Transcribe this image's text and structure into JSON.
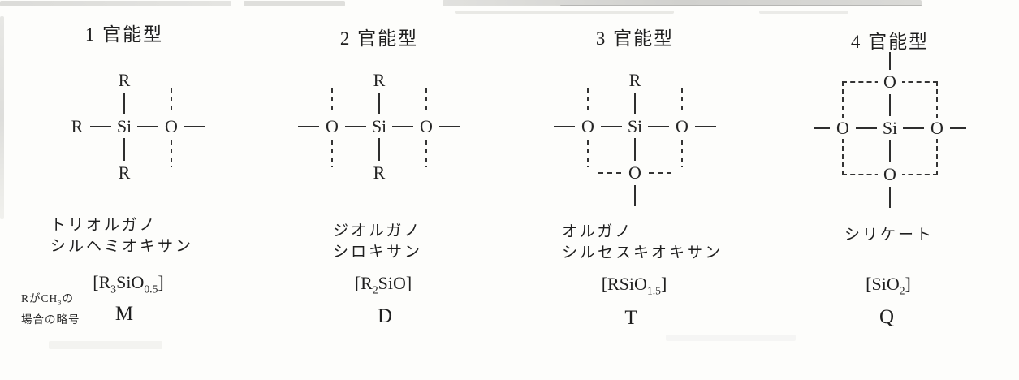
{
  "ink_color": "#2e2e2e",
  "columns": [
    {
      "header": "1 官能型",
      "structure": {
        "center": "Si",
        "top": "R",
        "left": "R",
        "right": "O",
        "bottom": "R"
      },
      "name_lines": [
        "トリオルガノ",
        "シルヘミオキサン"
      ],
      "formula": [
        "[R",
        {
          "sub": "3"
        },
        "SiO",
        {
          "sub": "0.5"
        },
        "]"
      ],
      "symbol": "M"
    },
    {
      "header": "2 官能型",
      "structure": {
        "center": "Si",
        "top": "R",
        "left": "O",
        "right": "O",
        "bottom": "R"
      },
      "name_lines": [
        "ジオルガノ",
        "シロキサン"
      ],
      "formula": [
        "[R",
        {
          "sub": "2"
        },
        "SiO]"
      ],
      "symbol": "D"
    },
    {
      "header": "3 官能型",
      "structure": {
        "center": "Si",
        "top": "R",
        "left": "O",
        "right": "O",
        "bottom": "O"
      },
      "name_lines": [
        "オルガノ",
        "シルセスキオキサン"
      ],
      "formula": [
        "[RSiO",
        {
          "sub": "1.5"
        },
        "]"
      ],
      "symbol": "T"
    },
    {
      "header": "4 官能型",
      "structure": {
        "center": "Si",
        "top": "O",
        "left": "O",
        "right": "O",
        "bottom": "O"
      },
      "name_lines": [
        "シリケート"
      ],
      "formula": [
        "[SiO",
        {
          "sub": "2"
        },
        "]"
      ],
      "symbol": "Q"
    }
  ],
  "side_note": {
    "lines": [
      [
        "RがCH",
        {
          "sub": "3"
        },
        "の"
      ],
      [
        "場合の略号"
      ]
    ]
  }
}
